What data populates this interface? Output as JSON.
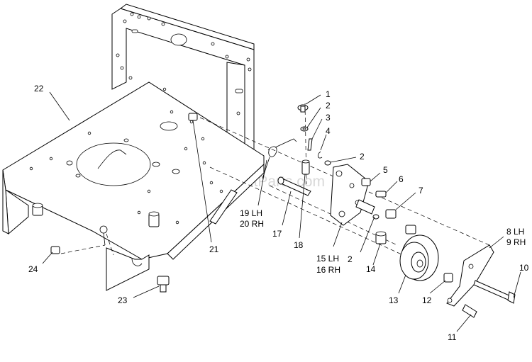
{
  "watermark": "eReplacementParts.com",
  "callouts": {
    "c1": "1",
    "c2a": "2",
    "c3": "3",
    "c4": "4",
    "c2b": "2",
    "c5": "5",
    "c6": "6",
    "c7": "7",
    "c8": "8 LH",
    "c9": "9 RH",
    "c10": "10",
    "c11": "11",
    "c12": "12",
    "c13": "13",
    "c14": "14",
    "c2c": "2",
    "c15": "15 LH",
    "c16": "16 RH",
    "c17": "17",
    "c18": "18",
    "c19": "19 LH",
    "c20": "20 RH",
    "c21": "21",
    "c22": "22",
    "c23": "23",
    "c24": "24"
  }
}
